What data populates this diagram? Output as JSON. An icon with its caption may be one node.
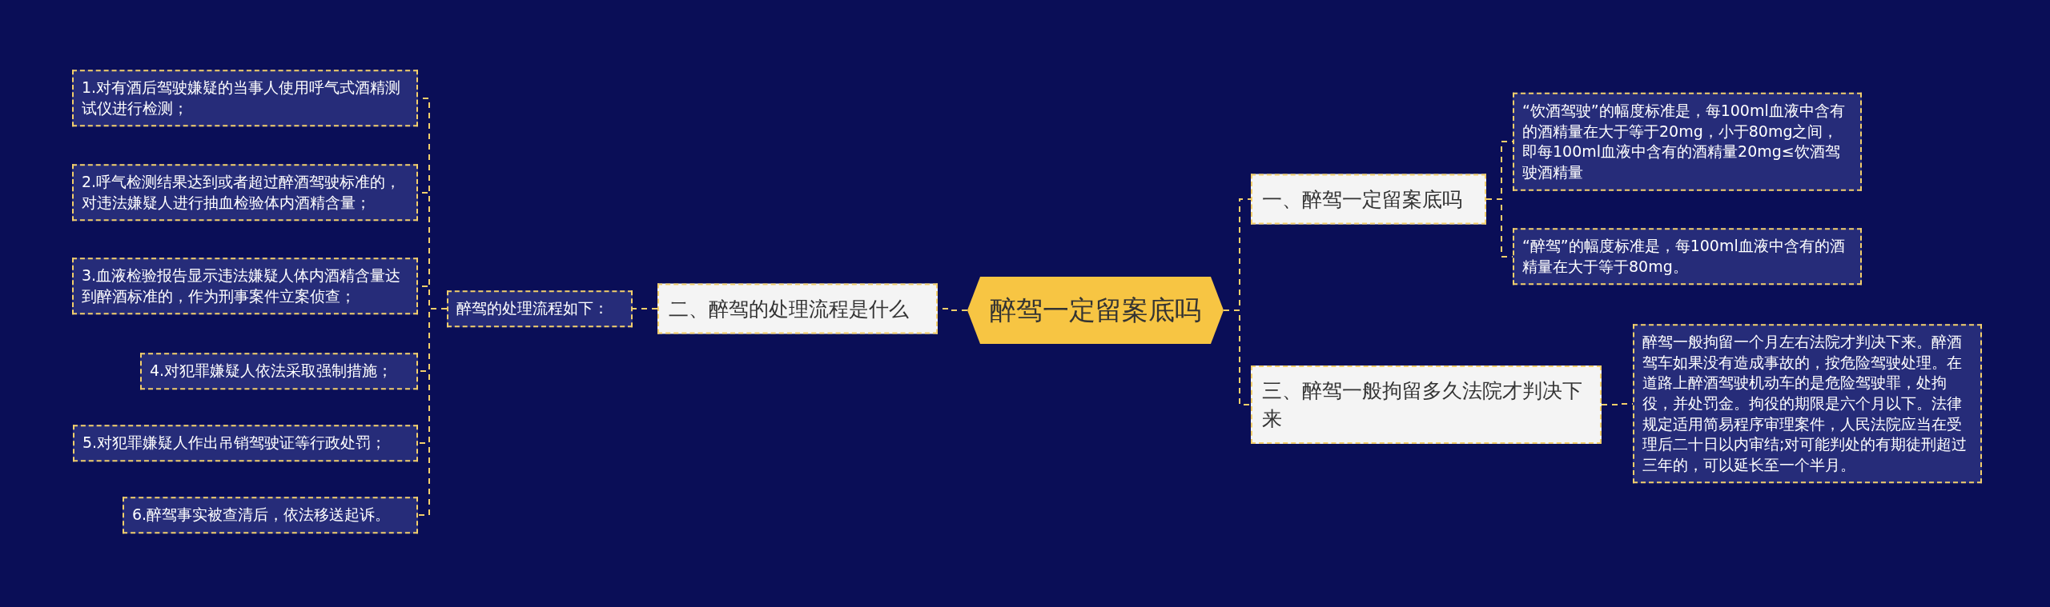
{
  "diagram": {
    "nodes": [
      {
        "text": [
          "醉驾一定留案底吗"
        ]
      },
      {
        "text": [
          "一、醉驾一定留案底吗"
        ]
      },
      {
        "text": [
          "“饮酒驾驶”的幅度标准是，每100ml血液中含有的酒精量在大于等于20mg，小于80mg之间，即每100ml血液中含有的酒精量20mg≤饮酒驾驶酒精量"
        ]
      },
      {
        "text": [
          "“醉驾”的幅度标准是，每100ml血液中含有的酒精量在大于等于80mg。"
        ]
      },
      {
        "text": [
          "二、醉驾的处理流程是什么"
        ]
      },
      {
        "text": [
          "醉驾的处理流程如下："
        ]
      },
      {
        "text": [
          "1.对有酒后驾驶嫌疑的当事人使用呼气式酒精测试仪进行检测；"
        ]
      },
      {
        "text": [
          "2.呼气检测结果达到或者超过醉酒驾驶标准的，对违法嫌疑人进行抽血检验体内酒精含量；"
        ]
      },
      {
        "text": [
          "3.血液检验报告显示违法嫌疑人体内酒精含量达到醉酒标准的，作为刑事案件立案侦查；"
        ]
      },
      {
        "text": [
          "4.对犯罪嫌疑人依法采取强制措施；"
        ]
      },
      {
        "text": [
          "5.对犯罪嫌疑人作出吊销驾驶证等行政处罚；"
        ]
      },
      {
        "text": [
          "6.醉驾事实被查清后，依法移送起诉。"
        ]
      },
      {
        "text": [
          "三、醉驾一般拘留多久法院才判决下来"
        ]
      },
      {
        "text": [
          "醉驾一般拘留一个月左右法院才判决下来。醉酒驾车如果没有造成事故的，按危险驾驶处理。在道路上醉酒驾驶机动车的是危险驾驶罪，处拘役，并处罚金。拘役的期限是六个月以下。法律规定适用简易程序审理案件，人民法院应当在受理后二十日以内审结;对可能判处的有期徒刑超过三年的，可以延长至一个半月。"
        ]
      }
    ],
    "edges": [
      {
        "from": 0,
        "to": 1,
        "arrow": "none"
      },
      {
        "from": 1,
        "to": 2,
        "arrow": "none"
      },
      {
        "from": 1,
        "to": 3,
        "arrow": "none"
      },
      {
        "from": 0,
        "to": 4,
        "arrow": "none"
      },
      {
        "from": 4,
        "to": 5,
        "arrow": "none"
      },
      {
        "from": 5,
        "to": 6,
        "arrow": "none"
      },
      {
        "from": 5,
        "to": 7,
        "arrow": "none"
      },
      {
        "from": 5,
        "to": 8,
        "arrow": "none"
      },
      {
        "from": 5,
        "to": 9,
        "arrow": "none"
      },
      {
        "from": 5,
        "to": 10,
        "arrow": "none"
      },
      {
        "from": 5,
        "to": 11,
        "arrow": "none"
      },
      {
        "from": 0,
        "to": 12,
        "arrow": "none"
      },
      {
        "from": 12,
        "to": 13,
        "arrow": "none"
      }
    ]
  }
}
